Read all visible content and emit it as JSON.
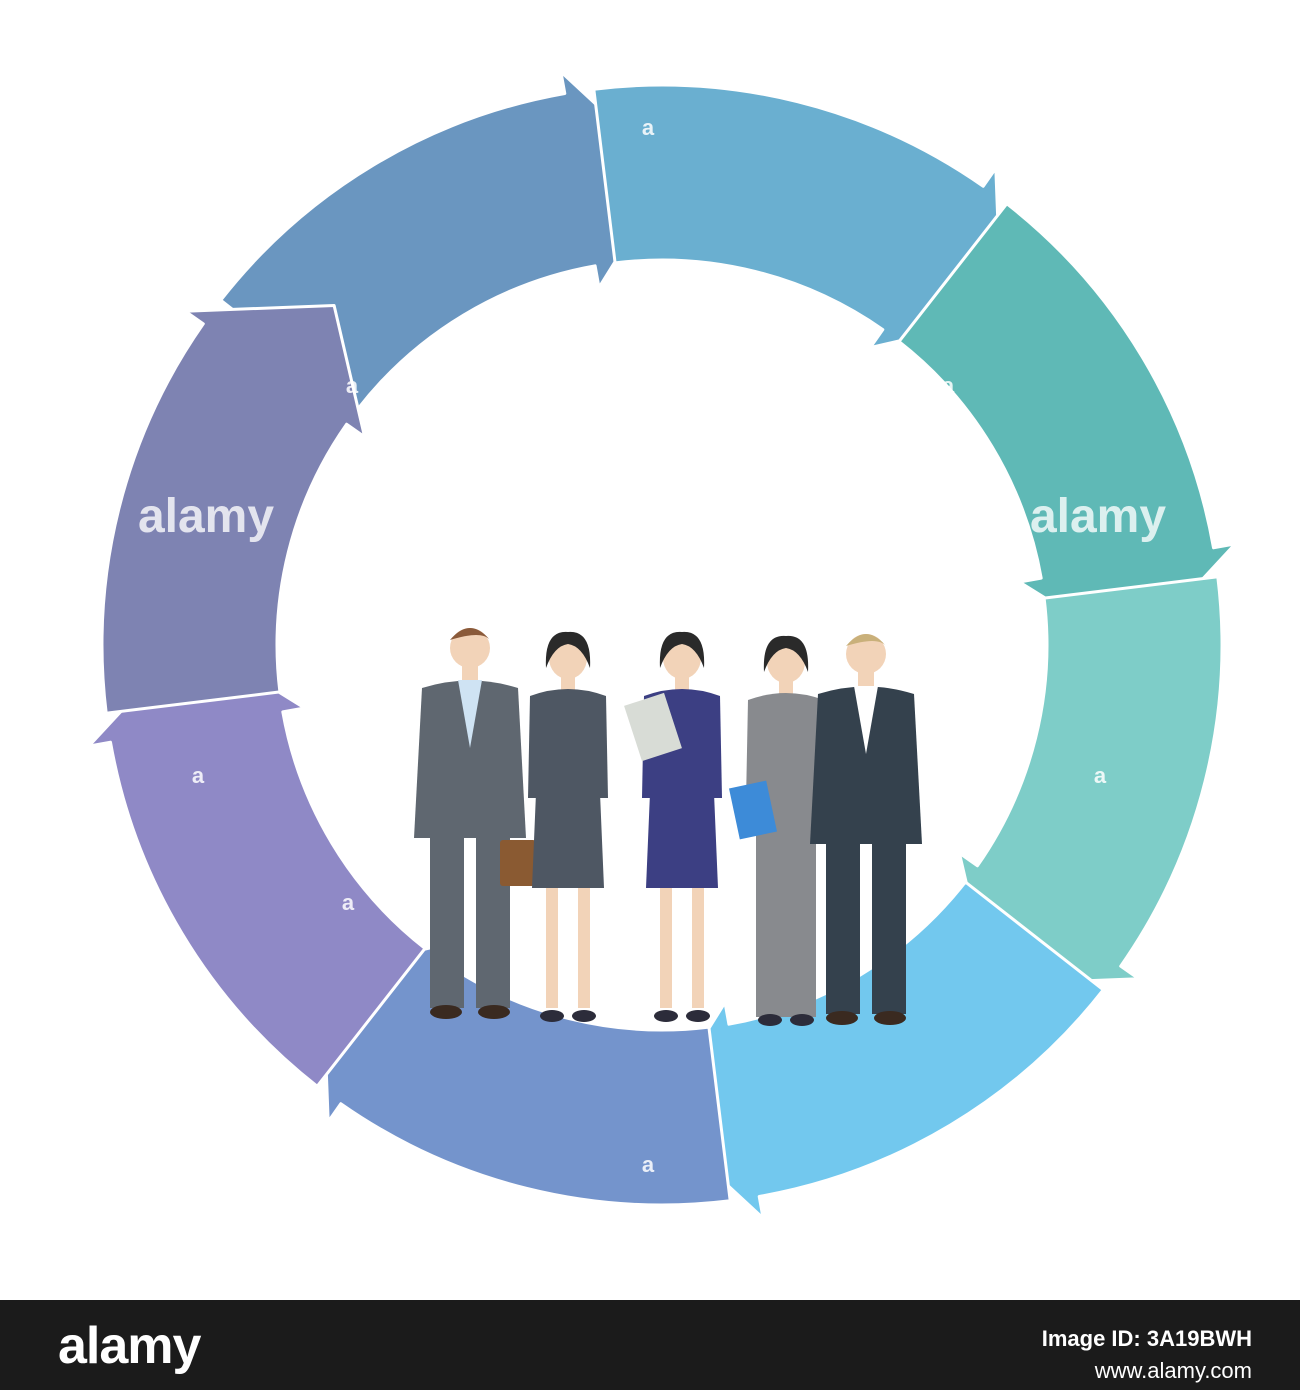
{
  "diagram": {
    "type": "cycle",
    "arrow_colors": [
      "#6a96c0",
      "#6aafd0",
      "#5fb9b6",
      "#7ecdc8",
      "#72c8ee",
      "#7494cc",
      "#8f89c6",
      "#7e83b2"
    ]
  },
  "watermark": {
    "large": "alamy",
    "small": "a"
  },
  "footer": {
    "brand": "alamy",
    "image_id": "Image ID: 3A19BWH",
    "site": "www.alamy.com"
  },
  "figures": {
    "colors": [
      "#5f6770",
      "#4e5763",
      "#3c3f83",
      "#888a8e",
      "#34414d"
    ]
  }
}
